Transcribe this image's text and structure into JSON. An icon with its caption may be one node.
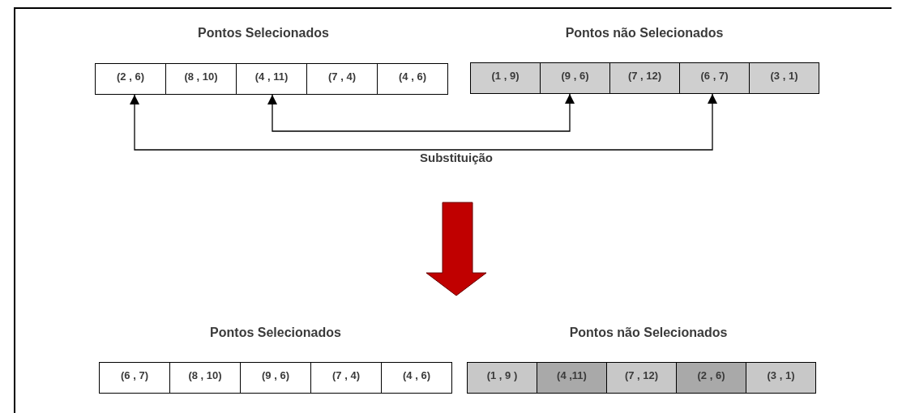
{
  "diagram": {
    "nodes": [
      {
        "text": [
          "(2 , 6)"
        ]
      },
      {
        "text": [
          "(8 , 10)"
        ]
      },
      {
        "text": [
          "(4 , 11)"
        ]
      },
      {
        "text": [
          "(7 , 4)"
        ]
      },
      {
        "text": [
          "(4 , 6)"
        ]
      },
      {
        "text": [
          "(1 , 9)"
        ]
      },
      {
        "text": [
          "(9 , 6)"
        ]
      },
      {
        "text": [
          "(7 , 12)"
        ]
      },
      {
        "text": [
          "(6 , 7)"
        ]
      },
      {
        "text": [
          "(3 , 1)"
        ]
      },
      {
        "text": [
          "(6 , 7)"
        ]
      },
      {
        "text": [
          "(8 , 10)"
        ]
      },
      {
        "text": [
          "(9 , 6)"
        ]
      },
      {
        "text": [
          "(7 , 4)"
        ]
      },
      {
        "text": [
          "(4 , 6)"
        ]
      },
      {
        "text": [
          "(1 , 9 )"
        ]
      },
      {
        "text": [
          "(4 ,11)"
        ]
      },
      {
        "text": [
          "(7 , 12)"
        ]
      },
      {
        "text": [
          "(2 , 6)"
        ]
      },
      {
        "text": [
          "(3 , 1)"
        ]
      }
    ],
    "edges": [
      {
        "from": 2,
        "to": 6,
        "arrow": "both"
      },
      {
        "from": 0,
        "to": 8,
        "arrow": "both",
        "label": "Substituição"
      }
    ],
    "labels": [
      "Pontos Selecionados",
      "Pontos não Selecionados",
      "Pontos Selecionados",
      "Pontos não Selecionados"
    ]
  }
}
